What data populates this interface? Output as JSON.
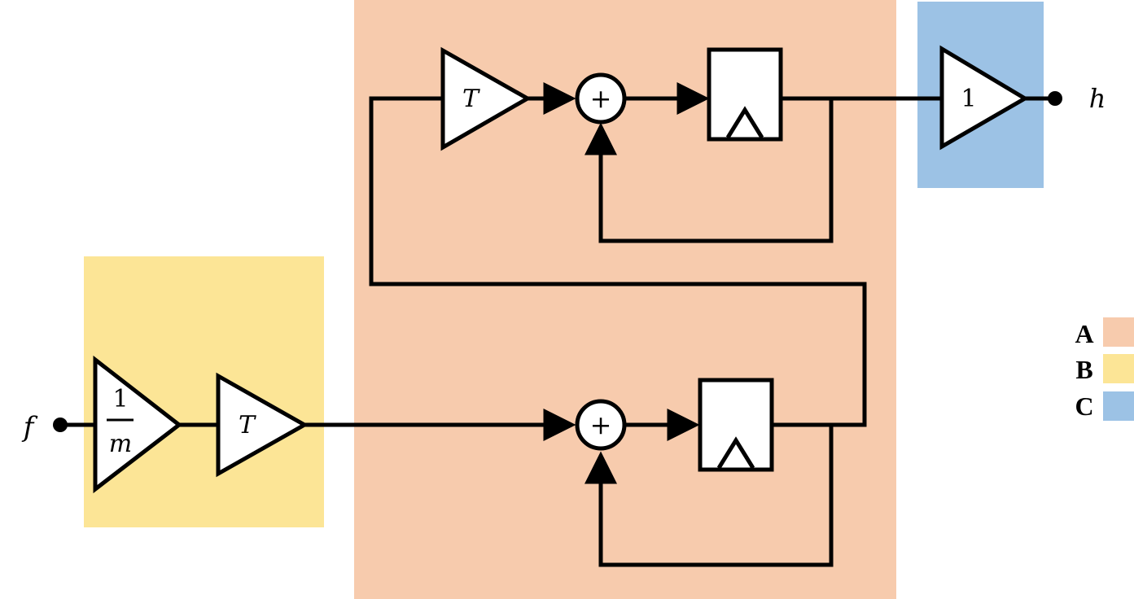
{
  "diagram": {
    "input_label": "f",
    "output_label": "h",
    "gain_mass_numerator": "1",
    "gain_mass_denominator": "m",
    "gain_T_bottom": "T",
    "gain_T_top": "T",
    "gain_output": "1",
    "sum_top": "+",
    "sum_bottom": "+"
  },
  "regions": [
    {
      "key": "A",
      "color": "#f7cbad"
    },
    {
      "key": "B",
      "color": "#fce596"
    },
    {
      "key": "C",
      "color": "#9cc2e5"
    }
  ],
  "legend": {
    "items": [
      {
        "label": "A",
        "color": "#f7cbad"
      },
      {
        "label": "B",
        "color": "#fce596"
      },
      {
        "label": "C",
        "color": "#9cc2e5"
      }
    ]
  }
}
